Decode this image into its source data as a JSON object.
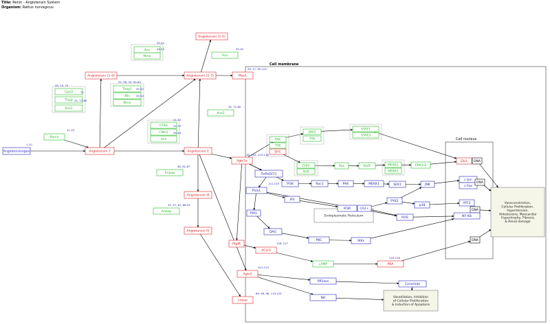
{
  "header": {
    "title_label": "Title:",
    "title_value": "Renin - Angiotensin System",
    "organism_label": "Organism:",
    "organism_value": "Rattus norvegicus"
  },
  "labels": {
    "cell_membrane": "Cell membrane",
    "cell_nucleus": "Cell nucleus"
  },
  "colors": {
    "gene": "#22bb22",
    "metabolite": "#dd2222",
    "protein": "#2222bb",
    "black": "#000000",
    "note": "#1a1ab0"
  },
  "nodes": [
    {
      "id": "angiotensinogen",
      "label": "Angiotensinogen",
      "type": "protein"
    },
    {
      "id": "ren",
      "label": "Renin",
      "type": "gene"
    },
    {
      "id": "ang1",
      "label": "Angiotensin 1",
      "type": "metabolite"
    },
    {
      "id": "ang19",
      "label": "Angiotensin (1-9)",
      "type": "metabolite"
    },
    {
      "id": "ang17",
      "label": "Angiotensin (1-7)",
      "type": "metabolite"
    },
    {
      "id": "ang15",
      "label": "Angiotensin (1-5)",
      "type": "metabolite"
    },
    {
      "id": "ang2",
      "label": "Angiotensin 2",
      "type": "metabolite"
    },
    {
      "id": "ang3",
      "label": "Angiotensin III",
      "type": "metabolite"
    },
    {
      "id": "ang4",
      "label": "Angiotensin IV",
      "type": "metabolite"
    },
    {
      "id": "ace_a",
      "label": "Ace",
      "type": "gene"
    },
    {
      "id": "mme_a",
      "label": "Mme",
      "type": "gene"
    },
    {
      "id": "ace_b",
      "label": "Ace",
      "type": "gene"
    },
    {
      "id": "cpa3",
      "label": "Cpa3",
      "type": "gene"
    },
    {
      "id": "thop",
      "label": "Thop",
      "type": "gene"
    },
    {
      "id": "ace2_a",
      "label": "Ace2",
      "type": "gene"
    },
    {
      "id": "thop1",
      "label": "Thop1",
      "type": "gene"
    },
    {
      "id": "nln",
      "label": "Nln",
      "type": "gene"
    },
    {
      "id": "mme_b",
      "label": "Mme",
      "type": "gene"
    },
    {
      "id": "ace2_b",
      "label": "Ace2",
      "type": "gene"
    },
    {
      "id": "ctsg",
      "label": "CTSG",
      "type": "gene"
    },
    {
      "id": "cma1",
      "label": "CMA1",
      "type": "gene"
    },
    {
      "id": "ace_c",
      "label": "Ace",
      "type": "gene"
    },
    {
      "id": "enpep",
      "label": "Enpep",
      "type": "gene"
    },
    {
      "id": "anpep",
      "label": "Anpep",
      "type": "gene"
    },
    {
      "id": "mas1",
      "label": "Mas1",
      "type": "metabolite"
    },
    {
      "id": "agtr1a",
      "label": "Agtr1a",
      "type": "metabolite"
    },
    {
      "id": "agtr2",
      "label": "Agtr2",
      "type": "metabolite"
    },
    {
      "id": "lnpep",
      "label": "Lnpep",
      "type": "metabolite"
    },
    {
      "id": "ptgir",
      "label": "PtgIR",
      "type": "metabolite"
    },
    {
      "id": "fak",
      "label": "FAK",
      "type": "gene"
    },
    {
      "id": "tyk",
      "label": "TYK",
      "type": "gene"
    },
    {
      "id": "shc",
      "label": "SHC",
      "type": "metabolite"
    },
    {
      "id": "jak2",
      "label": "JAK2",
      "type": "gene"
    },
    {
      "id": "tyk2",
      "label": "TYK",
      "type": "gene"
    },
    {
      "id": "stat1",
      "label": "STAT1",
      "type": "gene"
    },
    {
      "id": "stat3",
      "label": "STAT3",
      "type": "gene"
    },
    {
      "id": "gnaq",
      "label": "GalfaQ/11",
      "type": "protein"
    },
    {
      "id": "plcb1",
      "label": "Plcb1",
      "type": "protein"
    },
    {
      "id": "grb2",
      "label": "Grb2",
      "type": "gene"
    },
    {
      "id": "sos",
      "label": "SOS",
      "type": "gene"
    },
    {
      "id": "ras",
      "label": "Ras",
      "type": "gene"
    },
    {
      "id": "raf1",
      "label": "Raf1",
      "type": "gene"
    },
    {
      "id": "mek12",
      "label": "MEKK1",
      "type": "gene"
    },
    {
      "id": "mek12b",
      "label": "MEKK1",
      "type": "gene"
    },
    {
      "id": "erk12",
      "label": "ERK1/2",
      "type": "gene"
    },
    {
      "id": "elk1",
      "label": "Elk1",
      "type": "metabolite"
    },
    {
      "id": "dna1",
      "label": "DNA",
      "type": "black"
    },
    {
      "id": "pi3k",
      "label": "PI3K",
      "type": "protein"
    },
    {
      "id": "rac1",
      "label": "Rac1",
      "type": "protein"
    },
    {
      "id": "pak",
      "label": "PAK",
      "type": "protein"
    },
    {
      "id": "mekk1",
      "label": "MEKK1",
      "type": "protein"
    },
    {
      "id": "sek1",
      "label": "SEK1",
      "type": "protein"
    },
    {
      "id": "jnk",
      "label": "JNK",
      "type": "protein"
    },
    {
      "id": "cjun",
      "label": "c-Jun",
      "type": "protein"
    },
    {
      "id": "cfos",
      "label": "c-Fos",
      "type": "protein"
    },
    {
      "id": "dna2",
      "label": "DNA",
      "type": "black"
    },
    {
      "id": "ip3",
      "label": "IP3",
      "type": "protein"
    },
    {
      "id": "ip3r",
      "label": "IP3R",
      "type": "protein"
    },
    {
      "id": "ca2",
      "label": "CA2+",
      "type": "protein"
    },
    {
      "id": "pyk2",
      "label": "PYK2",
      "type": "protein"
    },
    {
      "id": "p38",
      "label": "p38",
      "type": "protein"
    },
    {
      "id": "atf2",
      "label": "ATF2",
      "type": "protein"
    },
    {
      "id": "dna3",
      "label": "DNA",
      "type": "black"
    },
    {
      "id": "nfkb",
      "label": "NF-KB",
      "type": "protein"
    },
    {
      "id": "pip2",
      "label": "PIP2",
      "type": "protein"
    },
    {
      "id": "dag",
      "label": "DAG",
      "type": "protein"
    },
    {
      "id": "pkc",
      "label": "PKC",
      "type": "protein"
    },
    {
      "id": "ikks",
      "label": "IKKs",
      "type": "protein"
    },
    {
      "id": "ros",
      "label": "ROS",
      "type": "protein"
    },
    {
      "id": "ac23",
      "label": "AC2/3",
      "type": "metabolite"
    },
    {
      "id": "camp",
      "label": "cAMP",
      "type": "gene"
    },
    {
      "id": "pka",
      "label": "PKA",
      "type": "metabolite"
    },
    {
      "id": "dna4",
      "label": "DNA",
      "type": "black"
    },
    {
      "id": "pp2a",
      "label": "PP2ase",
      "type": "protein"
    },
    {
      "id": "ceramide",
      "label": "Ceramide",
      "type": "protein"
    },
    {
      "id": "no",
      "label": "NO",
      "type": "protein"
    }
  ],
  "notes": [
    {
      "id": "n1",
      "text": "1-10"
    },
    {
      "id": "n2",
      "text": "11-20"
    },
    {
      "id": "n3",
      "text": "35,44"
    },
    {
      "id": "n4",
      "text": "45,54"
    },
    {
      "id": "n5",
      "text": "55, 58, 59, 63-69"
    },
    {
      "id": "n6",
      "text": "35, 15, 70"
    },
    {
      "id": "n7",
      "text": "35,52"
    },
    {
      "id": "n8",
      "text": "45,54"
    },
    {
      "id": "n9",
      "text": "71"
    },
    {
      "id": "n10",
      "text": "34, 72-80"
    },
    {
      "id": "n11",
      "text": "34, 72-80"
    },
    {
      "id": "n12",
      "text": "35-45"
    },
    {
      "id": "n13",
      "text": "21-33"
    },
    {
      "id": "n14",
      "text": "21-33"
    },
    {
      "id": "n15",
      "text": "35-44"
    },
    {
      "id": "n16",
      "text": "26, 47, 95-105"
    },
    {
      "id": "n17",
      "text": "36, 103, 115-118"
    },
    {
      "id": "n18",
      "text": "46, 81-87"
    },
    {
      "id": "n19",
      "text": "43, 57, 81, 88-94"
    },
    {
      "id": "n20",
      "text": "121-133"
    },
    {
      "id": "n21",
      "text": "126, 127"
    },
    {
      "id": "n22",
      "text": "120-126"
    },
    {
      "id": "n23",
      "text": "101-110"
    },
    {
      "id": "n24",
      "text": "89, 96, 98, 119-125"
    }
  ],
  "info_boxes": [
    {
      "id": "er",
      "text": "Endoplasmatic Reticulum"
    },
    {
      "id": "out1",
      "lines": [
        "Vasoconstriction,",
        "Cellular Proliferation,",
        "Hypertension,",
        "Aldosterone, Myocardial",
        "Hypertrophy, Fibrosis",
        "& Renal damage"
      ]
    },
    {
      "id": "out2",
      "lines": [
        "Vasodilation, Inhibition",
        "of Cellular Proliferation",
        "& Induction of Apoptosis"
      ]
    }
  ]
}
